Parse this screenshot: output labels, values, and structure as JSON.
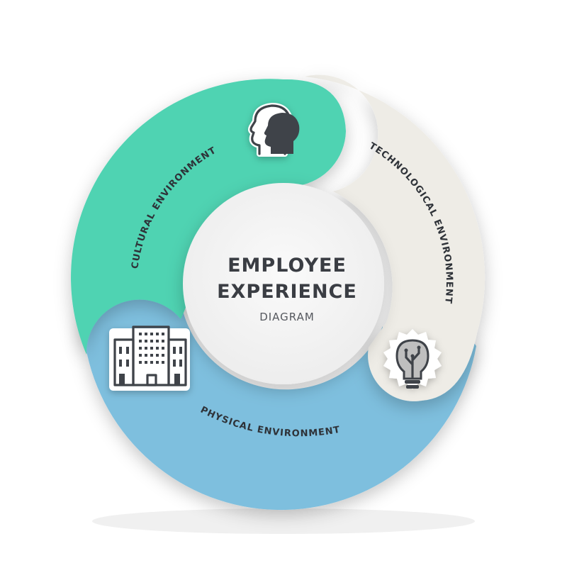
{
  "center": {
    "title_line1": "EMPLOYEE",
    "title_line2": "EXPERIENCE",
    "subtitle": "DIAGRAM"
  },
  "segments": [
    {
      "label": "CULTURAL ENVIRONMENT",
      "icon": "head-icon",
      "color": "#4fd3b2"
    },
    {
      "label": "TECHNOLOGICAL ENVIRONMENT",
      "icon": "lightbulb-icon",
      "color": "#eeece6"
    },
    {
      "label": "PHYSICAL ENVIRONMENT",
      "icon": "buildings-icon",
      "color": "#7ebfde"
    }
  ],
  "colors": {
    "background": "#ffffff",
    "center_fill": "#f4f4f4",
    "text": "#2e3238"
  }
}
